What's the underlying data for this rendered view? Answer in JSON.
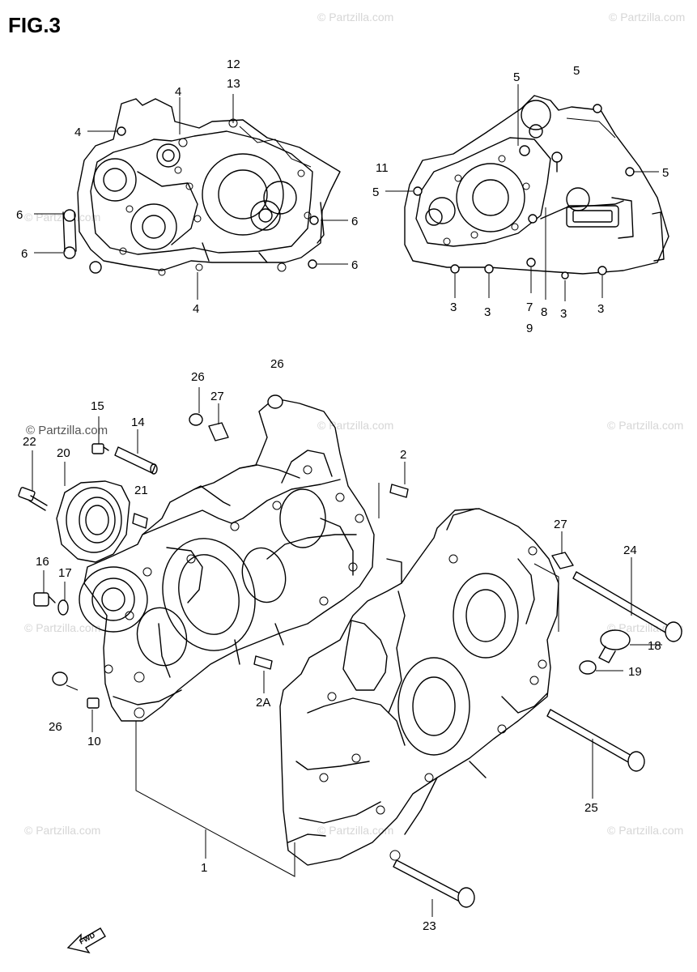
{
  "figure_title": "FIG.3",
  "watermark_text": "© Partzilla.com",
  "fwd_text": "FWD",
  "callouts": {
    "c12": "12",
    "c13": "13",
    "c4a": "4",
    "c4b": "4",
    "c4c": "4",
    "c6a": "6",
    "c6b": "6",
    "c6c": "6",
    "c6d": "6",
    "c5a": "5",
    "c5b": "5",
    "c5c": "5",
    "c5d": "5",
    "c11": "11",
    "c3a": "3",
    "c3b": "3",
    "c3c": "3",
    "c3d": "3",
    "c7": "7",
    "c9": "9",
    "c8": "8",
    "c26a": "26",
    "c26b": "26",
    "c26c": "26",
    "c27a": "27",
    "c27b": "27",
    "c15": "15",
    "c14": "14",
    "c22": "22",
    "c20": "20",
    "c21": "21",
    "c2": "2",
    "c2A": "2A",
    "c16": "16",
    "c17": "17",
    "c10": "10",
    "c24": "24",
    "c18": "18",
    "c19": "19",
    "c25": "25",
    "c1": "1",
    "c23": "23"
  }
}
